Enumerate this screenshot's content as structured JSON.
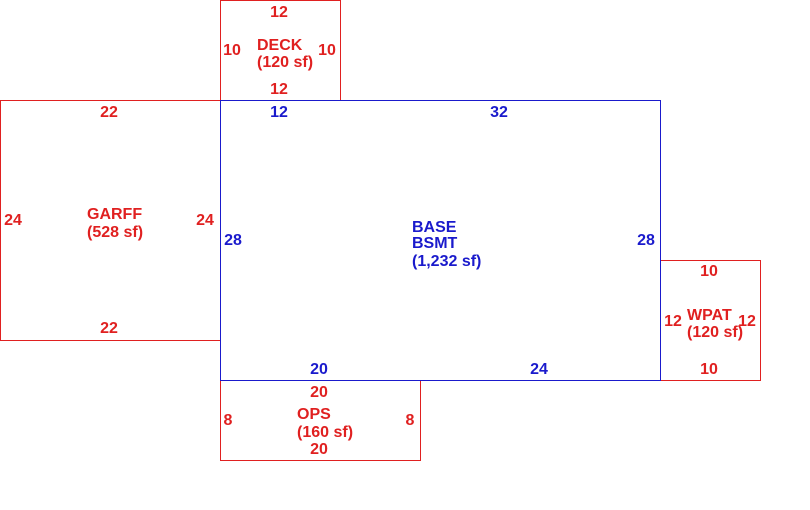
{
  "colors": {
    "exterior": "#e02020",
    "living": "#1a1acc"
  },
  "rooms": {
    "deck": {
      "name": "DECK",
      "area": "(120 sf)",
      "dim_top": "12",
      "dim_bottom": "12",
      "dim_left": "10",
      "dim_right": "10"
    },
    "garff": {
      "name": "GARFF",
      "area": "(528 sf)",
      "dim_top": "22",
      "dim_bottom": "22",
      "dim_left": "24",
      "dim_right": "24"
    },
    "base": {
      "name_line1": "BASE",
      "name_line2": "BSMT",
      "area": "(1,232 sf)",
      "dim_top_left": "12",
      "dim_top_right": "32",
      "dim_left": "28",
      "dim_right": "28",
      "dim_bottom_left": "20",
      "dim_bottom_right": "24"
    },
    "wpat": {
      "name": "WPAT",
      "area": "(120 sf)",
      "dim_top": "10",
      "dim_bottom": "10",
      "dim_left": "12",
      "dim_right": "12"
    },
    "ops": {
      "name": "OPS",
      "area": "(160 sf)",
      "dim_top": "20",
      "dim_bottom": "20",
      "dim_left": "8",
      "dim_right": "8"
    }
  }
}
